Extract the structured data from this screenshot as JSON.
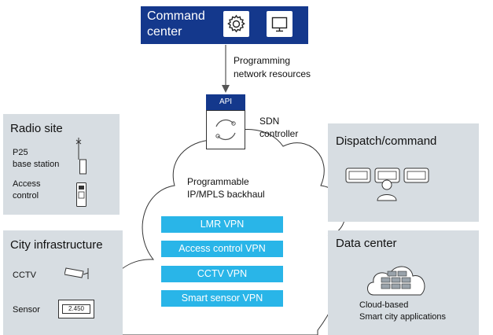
{
  "command_center": {
    "title_line1": "Command",
    "title_line2": "center",
    "icons": [
      "gear-icon",
      "monitor-icon"
    ]
  },
  "programming": {
    "line1": "Programming",
    "line2": "network resources"
  },
  "sdn": {
    "api_label": "API",
    "label_line1": "SDN",
    "label_line2": "controller"
  },
  "cloud": {
    "label_line1": "Programmable",
    "label_line2": "IP/MPLS  backhaul",
    "vpns": [
      "LMR VPN",
      "Access control VPN",
      "CCTV  VPN",
      "Smart sensor VPN"
    ]
  },
  "radio_site": {
    "title": "Radio site",
    "p25_line1": "P25",
    "p25_line2": "base station",
    "access_line1": "Access",
    "access_line2": "control"
  },
  "city_infra": {
    "title": "City infrastructure",
    "cctv": "CCTV",
    "sensor": "Sensor",
    "sensor_reading": "2.450"
  },
  "dispatch": {
    "title": "Dispatch/command"
  },
  "data_center": {
    "title": "Data center",
    "app_line1": "Cloud-based",
    "app_line2": "Smart city applications"
  },
  "colors": {
    "navy": "#14388c",
    "cyan": "#29b5e8",
    "panel_gray": "#d7dde2"
  }
}
